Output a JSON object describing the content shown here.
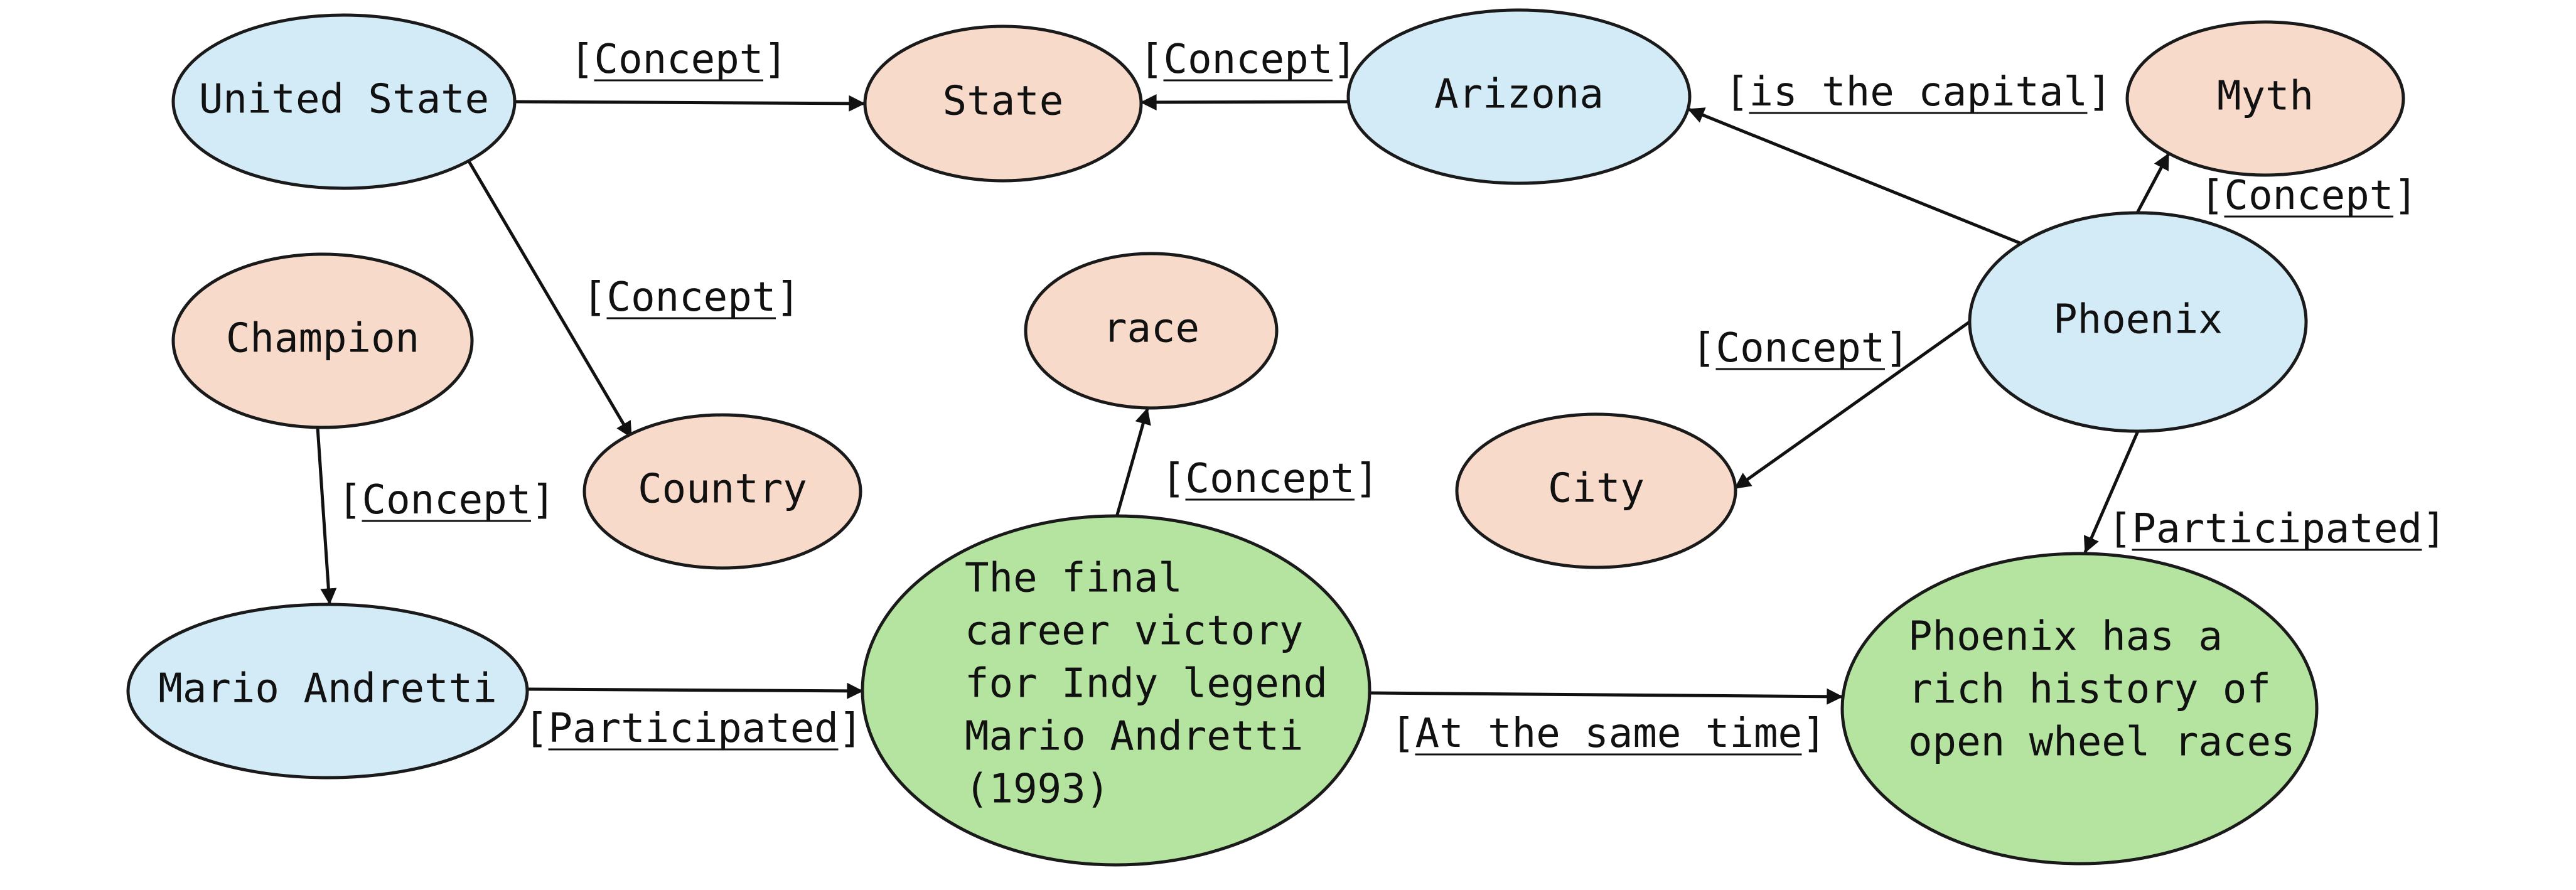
{
  "colors": {
    "entity": "#d3ebf6",
    "concept": "#f8dacb",
    "event": "#b5e4a1",
    "stroke": "#1a1a1a"
  },
  "nodes": [
    {
      "id": "united-state",
      "kind": "entity",
      "lines": [
        "United State"
      ]
    },
    {
      "id": "state",
      "kind": "concept",
      "lines": [
        "State"
      ]
    },
    {
      "id": "arizona",
      "kind": "entity",
      "lines": [
        "Arizona"
      ]
    },
    {
      "id": "myth",
      "kind": "concept",
      "lines": [
        "Myth"
      ]
    },
    {
      "id": "champion",
      "kind": "concept",
      "lines": [
        "Champion"
      ]
    },
    {
      "id": "country",
      "kind": "concept",
      "lines": [
        "Country"
      ]
    },
    {
      "id": "race",
      "kind": "concept",
      "lines": [
        "race"
      ]
    },
    {
      "id": "phoenix",
      "kind": "entity",
      "lines": [
        "Phoenix"
      ]
    },
    {
      "id": "city",
      "kind": "concept",
      "lines": [
        "City"
      ]
    },
    {
      "id": "mario-andretti",
      "kind": "entity",
      "lines": [
        "Mario Andretti"
      ]
    },
    {
      "id": "final-victory",
      "kind": "event",
      "lines": [
        "The final",
        "career victory",
        "for Indy legend",
        "Mario Andretti",
        "(1993)"
      ]
    },
    {
      "id": "phoenix-history",
      "kind": "event",
      "lines": [
        "Phoenix has a",
        "rich history of",
        "open wheel races"
      ]
    }
  ],
  "edges": [
    {
      "id": "us-state",
      "from": "united-state",
      "to": "state",
      "label": "Concept"
    },
    {
      "id": "arizona-state",
      "from": "arizona",
      "to": "state",
      "label": "Concept"
    },
    {
      "id": "us-country",
      "from": "united-state",
      "to": "country",
      "label": "Concept"
    },
    {
      "id": "phoenix-arizona",
      "from": "phoenix",
      "to": "arizona",
      "label": "is the capital"
    },
    {
      "id": "phoenix-myth",
      "from": "phoenix",
      "to": "myth",
      "label": "Concept"
    },
    {
      "id": "phoenix-city",
      "from": "phoenix",
      "to": "city",
      "label": "Concept"
    },
    {
      "id": "champion-mario",
      "from": "champion",
      "to": "mario-andretti",
      "label": "Concept"
    },
    {
      "id": "victory-race",
      "from": "final-victory",
      "to": "race",
      "label": "Concept"
    },
    {
      "id": "mario-victory",
      "from": "mario-andretti",
      "to": "final-victory",
      "label": "Participated"
    },
    {
      "id": "phoenix-history",
      "from": "phoenix",
      "to": "phoenix-history",
      "label": "Participated"
    },
    {
      "id": "victory-history",
      "from": "final-victory",
      "to": "phoenix-history",
      "label": "At the same time"
    }
  ]
}
